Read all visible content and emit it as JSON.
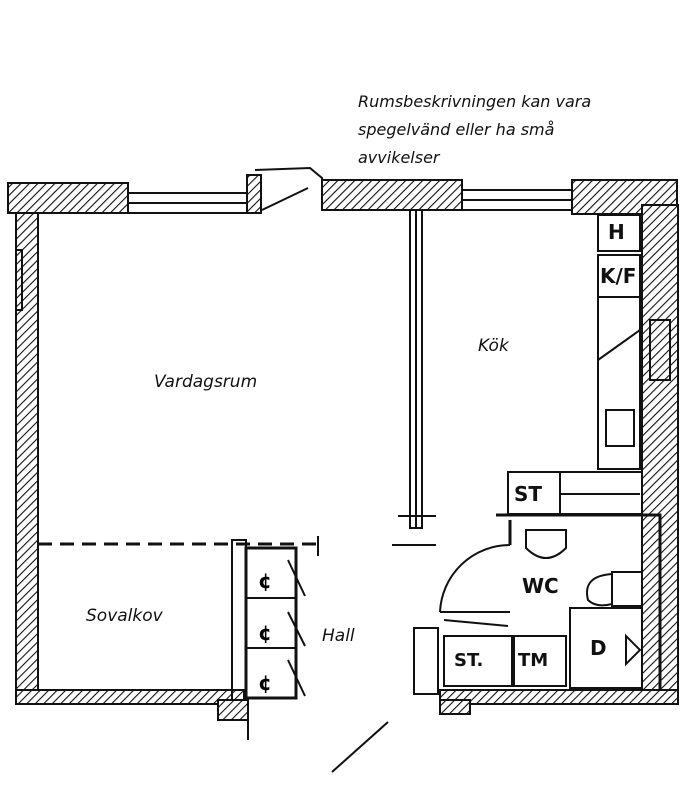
{
  "note": {
    "line1": "Rumsbeskrivningen kan vara",
    "line2": "spegelvänd eller ha små",
    "line3": "avvikelser"
  },
  "rooms": {
    "living": "Vardagsrum",
    "kitchen": "Kök",
    "alcove": "Sovalkov",
    "hall": "Hall",
    "wc": "WC"
  },
  "fixtures": {
    "hob": "H",
    "fridge_freezer": "K/F",
    "closet_kitchen": "ST",
    "closet_hall": "ST.",
    "dryer": "TM",
    "shower": "D"
  }
}
